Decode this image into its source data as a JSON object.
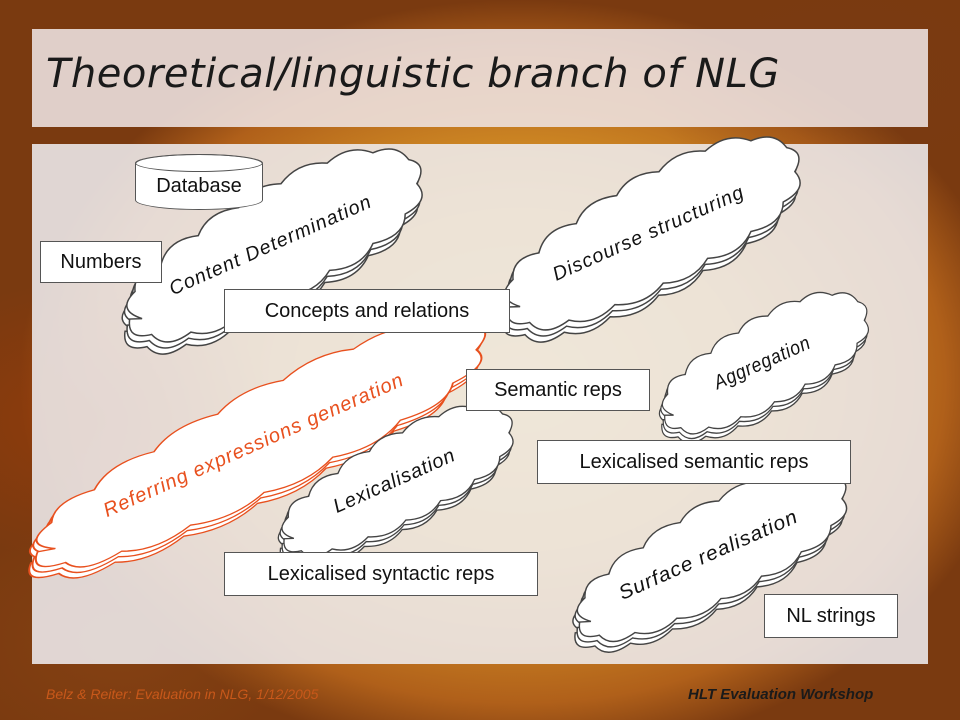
{
  "title": "Theoretical/linguistic branch of NLG",
  "boxes": {
    "database": "Database",
    "numbers": "Numbers",
    "concepts": "Concepts and relations",
    "semantic": "Semantic reps",
    "lex_semantic": "Lexicalised semantic reps",
    "lex_syntactic": "Lexicalised syntactic reps",
    "nl_strings": "NL strings"
  },
  "processes": {
    "content_determination": "Content Determination",
    "discourse_structuring": "Discourse structuring",
    "aggregation": "Aggregation",
    "referring_expressions": "Referring expressions generation",
    "lexicalisation": "Lexicalisation",
    "surface_realisation": "Surface realisation"
  },
  "colors": {
    "highlight_text": "#e8501e",
    "cloud_fill": "#ffffff",
    "cloud_stroke": "#444444"
  },
  "footer": {
    "left": "Belz & Reiter: Evaluation in NLG, 1/12/2005",
    "right": "HLT Evaluation Workshop"
  }
}
